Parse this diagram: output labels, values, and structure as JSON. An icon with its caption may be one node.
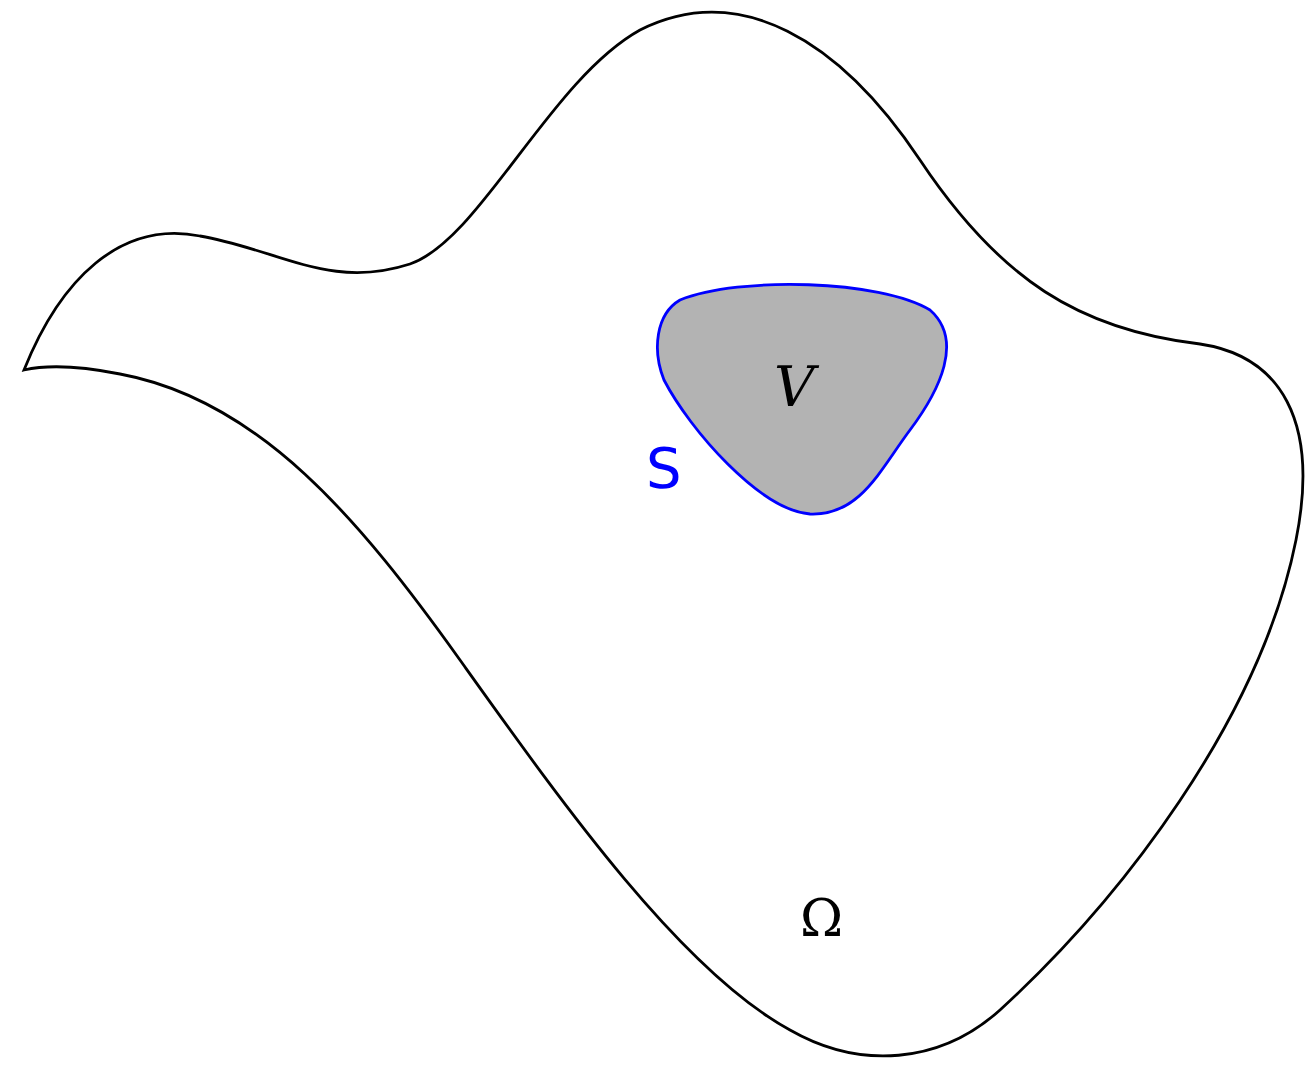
{
  "diagram": {
    "nodes": [
      {
        "text": [
          "Ω"
        ]
      },
      {
        "text": [
          "V"
        ],
        "in": 0,
        "beside": [
          "S"
        ]
      }
    ]
  }
}
